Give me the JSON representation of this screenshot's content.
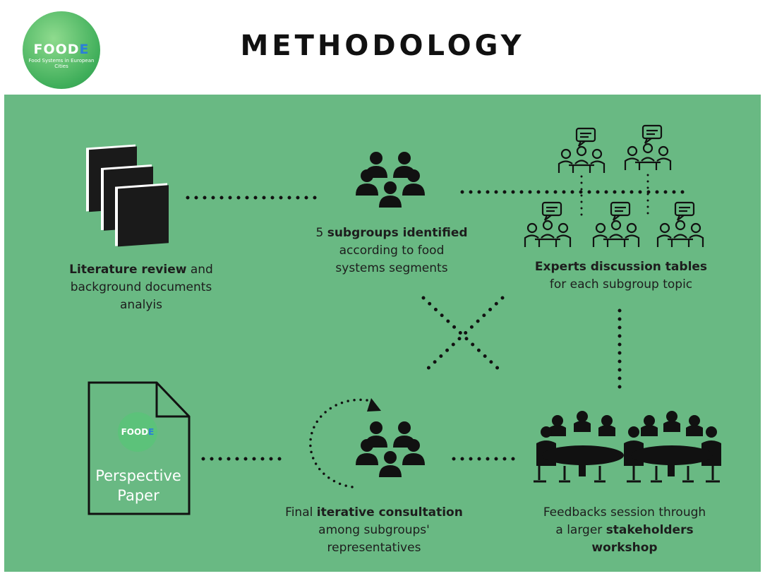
{
  "title": "METHODOLOGY",
  "logo": {
    "word": "FOOD",
    "word_e": "E",
    "subtitle": "Food Systems in European Cities"
  },
  "steps": {
    "literature": {
      "bold": "Literature review",
      "rest1": " and",
      "line2": "background documents",
      "line3": "analyis"
    },
    "subgroups": {
      "bold": "subgroups identified",
      "prefix": "5 ",
      "line2": "according to food",
      "line3": "systems segments"
    },
    "experts": {
      "bold": "Experts discussion tables",
      "line2": "for each subgroup topic"
    },
    "consultation": {
      "prefix": "Final ",
      "bold": "iterative consultation",
      "line2": "among subgroups'",
      "line3": "representatives"
    },
    "workshop": {
      "line1": "Feedbacks session through",
      "prefix2": "a larger ",
      "bold2": "stakeholders",
      "bold3": "workshop"
    },
    "paper": {
      "line1": "Perspective",
      "line2": "Paper"
    }
  },
  "colors": {
    "panel": "#69b983",
    "ink": "#111111",
    "logo_green": "#3fae5a",
    "logo_blue": "#2b7fd8"
  }
}
